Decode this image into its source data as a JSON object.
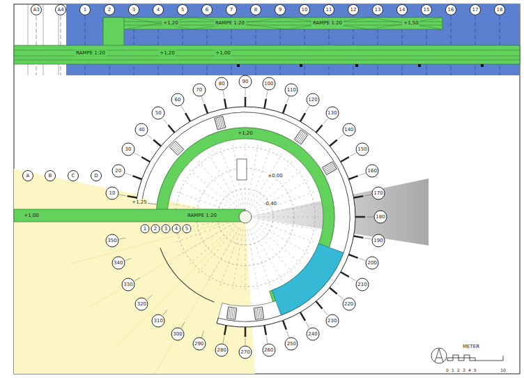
{
  "diagram": {
    "labels": [
      "A3",
      "A4",
      "1",
      "2",
      "3",
      "4",
      "5",
      "6",
      "7",
      "8",
      "9",
      "10",
      "11",
      "12",
      "13",
      "14",
      "15",
      "16",
      "17",
      "18",
      "10",
      "20",
      "30",
      "40",
      "50",
      "60",
      "70",
      "80",
      "90",
      "100",
      "110",
      "120",
      "130",
      "140",
      "150",
      "160",
      "170",
      "180",
      "190",
      "200",
      "210",
      "220",
      "230",
      "240",
      "250",
      "260",
      "270",
      "280",
      "290",
      "300",
      "310",
      "320",
      "330",
      "340",
      "350",
      "A",
      "B",
      "C",
      "D",
      "1",
      "2",
      "3",
      "4",
      "5",
      "+1,20",
      "RAMPE 1:20",
      "RAMPE 1:20",
      "+1,50",
      "+1,20",
      "+1,00",
      "RAMPE 1:20",
      "+1,20",
      "+1,25",
      "±0,00",
      "-0,40",
      "+1,00",
      "RAMPE 1:20",
      "METER",
      "0",
      "1",
      "2",
      "3",
      "4",
      "5",
      "10"
    ]
  }
}
